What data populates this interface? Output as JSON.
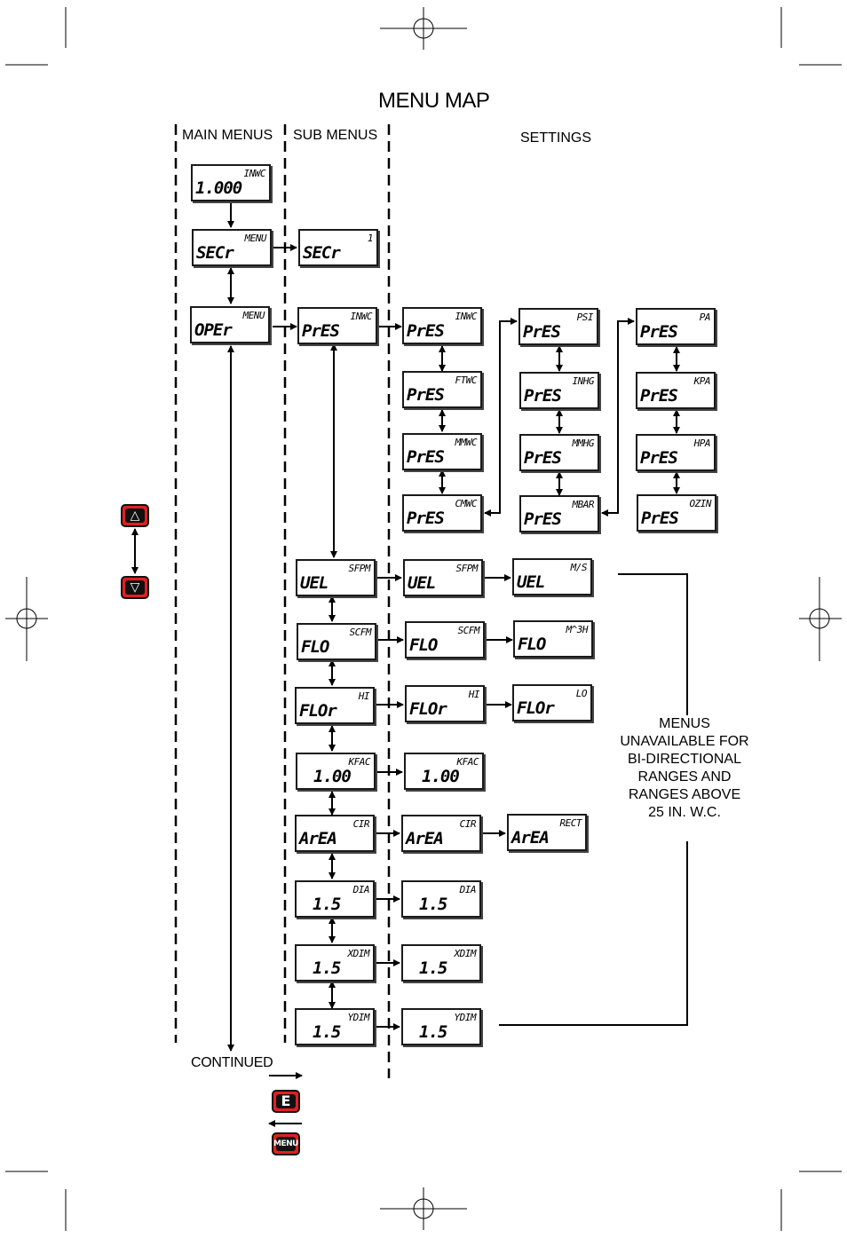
{
  "title": "MENU MAP",
  "columns": {
    "main": "MAIN MENUS",
    "sub": "SUB MENUS",
    "settings": "SETTINGS"
  },
  "note": "MENUS UNAVAILABLE FOR BI-DIRECTIONAL RANGES AND RANGES ABOVE 25 IN. W.C.",
  "continued": "CONTINUED",
  "keys": {
    "up": "△",
    "down": "▽",
    "enter": "E",
    "menu": "MENU"
  },
  "displays": {
    "main_home": {
      "big": "1.000",
      "small": "INWC"
    },
    "main_sec": {
      "big": "SECr",
      "small": "MENU"
    },
    "main_oper": {
      "big": "OPEr",
      "small": "MENU"
    },
    "sub_sec": {
      "big": "SECr",
      "small": "1"
    },
    "sub_pres": {
      "big": "PrES",
      "small": "INWC"
    },
    "sub_vel": {
      "big": "UEL",
      "small": "SFPM"
    },
    "sub_flo": {
      "big": "FLO",
      "small": "SCFM"
    },
    "sub_flor": {
      "big": "FLOr",
      "small": "HI"
    },
    "sub_kfac": {
      "big": "1.00",
      "small": "KFAC"
    },
    "sub_area": {
      "big": "ArEA",
      "small": "CIR"
    },
    "sub_dia": {
      "big": "1.5",
      "small": "DIA"
    },
    "sub_xdim": {
      "big": "1.5",
      "small": "XDIM"
    },
    "sub_ydim": {
      "big": "1.5",
      "small": "YDIM"
    },
    "set_inwc": {
      "big": "PrES",
      "small": "INWC"
    },
    "set_ftwc": {
      "big": "PrES",
      "small": "FTWC"
    },
    "set_mmwc": {
      "big": "PrES",
      "small": "MMWC"
    },
    "set_cmwc": {
      "big": "PrES",
      "small": "CMWC"
    },
    "set_psi": {
      "big": "PrES",
      "small": "PSI"
    },
    "set_inhg": {
      "big": "PrES",
      "small": "INHG"
    },
    "set_mmhg": {
      "big": "PrES",
      "small": "MMHG"
    },
    "set_mbar": {
      "big": "PrES",
      "small": "MBAR"
    },
    "set_pa": {
      "big": "PrES",
      "small": "PA"
    },
    "set_kpa": {
      "big": "PrES",
      "small": "KPA"
    },
    "set_hpa": {
      "big": "PrES",
      "small": "HPA"
    },
    "set_ozin": {
      "big": "PrES",
      "small": "OZIN"
    },
    "set_vel_sfpm": {
      "big": "UEL",
      "small": "SFPM"
    },
    "set_vel_ms": {
      "big": "UEL",
      "small": "M/S"
    },
    "set_flo_scfm": {
      "big": "FLO",
      "small": "SCFM"
    },
    "set_flo_m3h": {
      "big": "FLO",
      "small": "M^3H"
    },
    "set_flor_hi": {
      "big": "FLOr",
      "small": "HI"
    },
    "set_flor_lo": {
      "big": "FLOr",
      "small": "LO"
    },
    "set_kfac": {
      "big": "1.00",
      "small": "KFAC"
    },
    "set_area_cir": {
      "big": "ArEA",
      "small": "CIR"
    },
    "set_area_rect": {
      "big": "ArEA",
      "small": "RECT"
    },
    "set_dia": {
      "big": "1.5",
      "small": "DIA"
    },
    "set_xdim": {
      "big": "1.5",
      "small": "XDIM"
    },
    "set_ydim": {
      "big": "1.5",
      "small": "YDIM"
    }
  }
}
